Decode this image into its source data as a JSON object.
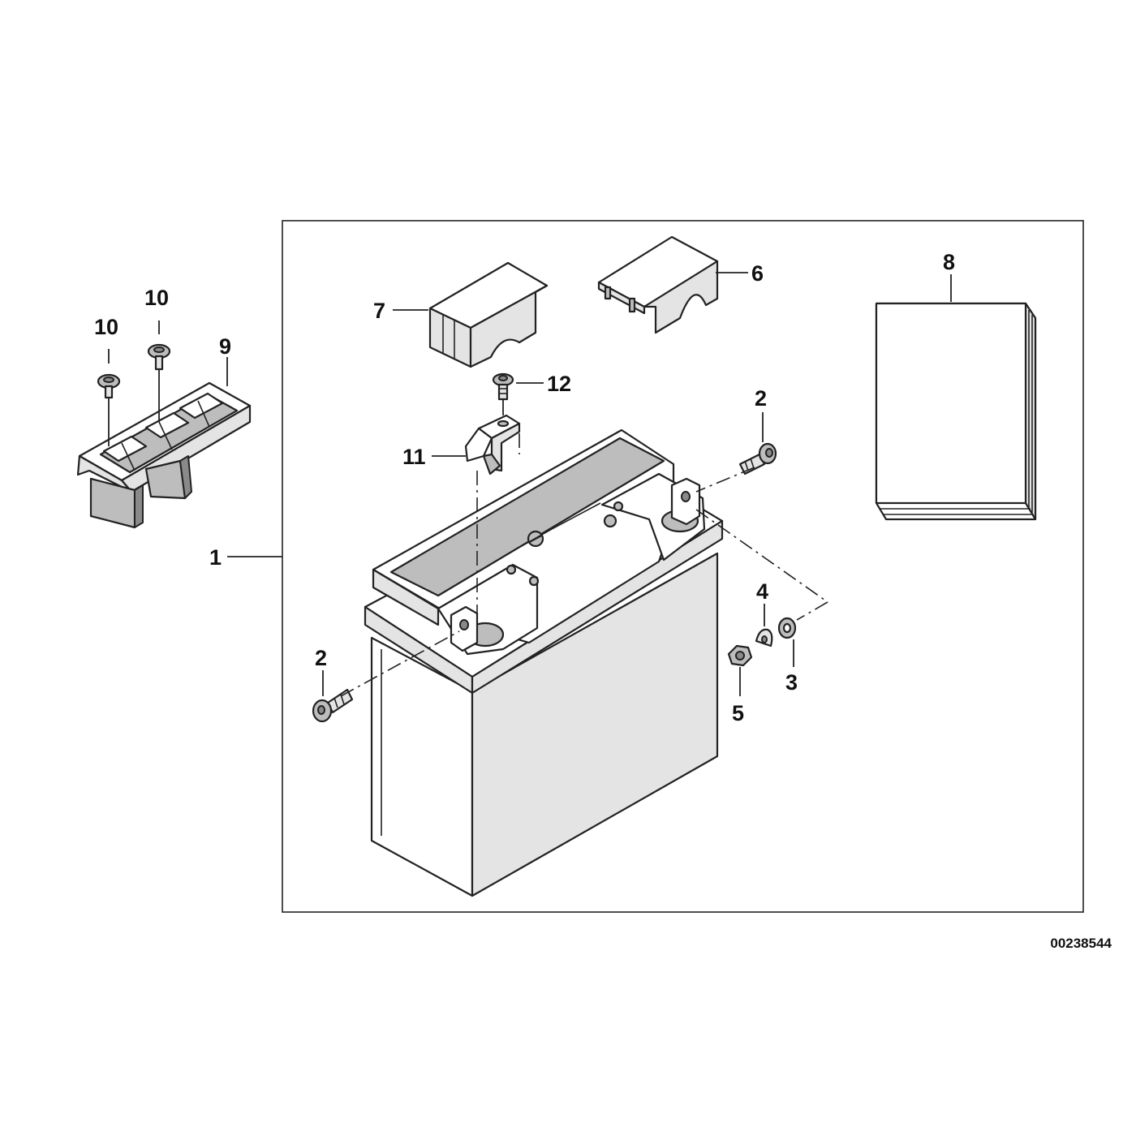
{
  "diagram": {
    "reference_number": "00238544",
    "callouts": [
      {
        "id": "c1",
        "label": "1"
      },
      {
        "id": "c2a",
        "label": "2"
      },
      {
        "id": "c2b",
        "label": "2"
      },
      {
        "id": "c3",
        "label": "3"
      },
      {
        "id": "c4",
        "label": "4"
      },
      {
        "id": "c5",
        "label": "5"
      },
      {
        "id": "c6",
        "label": "6"
      },
      {
        "id": "c7",
        "label": "7"
      },
      {
        "id": "c8",
        "label": "8"
      },
      {
        "id": "c9",
        "label": "9"
      },
      {
        "id": "c10a",
        "label": "10"
      },
      {
        "id": "c10b",
        "label": "10"
      },
      {
        "id": "c11",
        "label": "11"
      },
      {
        "id": "c12",
        "label": "12"
      }
    ]
  }
}
